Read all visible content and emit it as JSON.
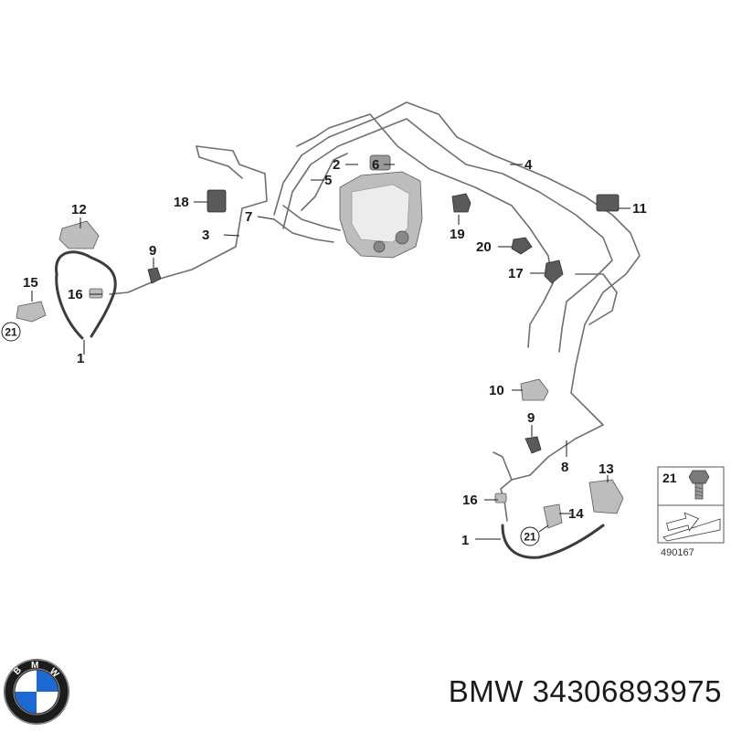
{
  "brand": "BMW",
  "part_number": "34306893975",
  "reference_code": "490167",
  "inset_label": "21",
  "callouts": [
    "1",
    "1",
    "2",
    "3",
    "4",
    "5",
    "6",
    "7",
    "8",
    "9",
    "9",
    "10",
    "11",
    "12",
    "13",
    "14",
    "15",
    "16",
    "16",
    "17",
    "18",
    "19",
    "20",
    "21",
    "21"
  ],
  "logo_letters": [
    "B",
    "M",
    "W"
  ]
}
